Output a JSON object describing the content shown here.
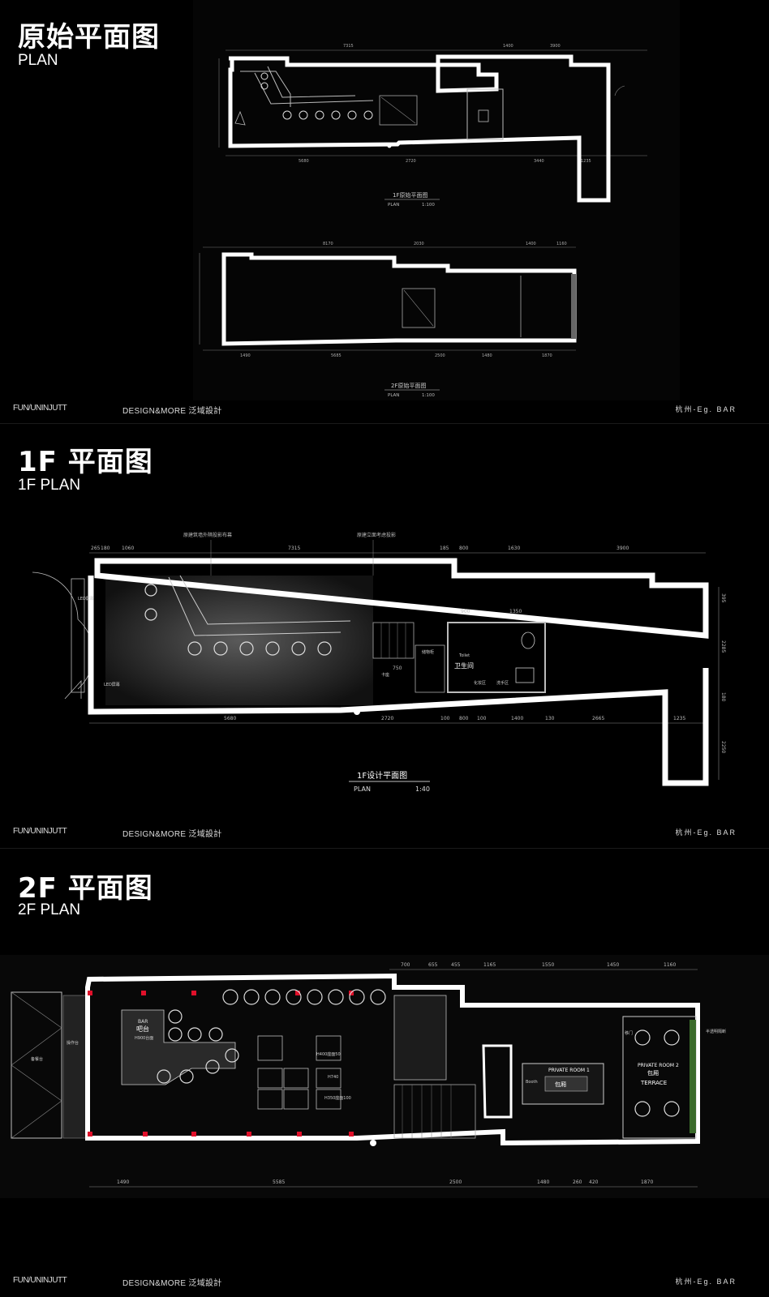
{
  "sections": [
    {
      "title_cn": "原始平面图",
      "title_en": "PLAN"
    },
    {
      "title_cn": "1F 平面图",
      "title_en": "1F PLAN"
    },
    {
      "title_cn": "2F 平面图",
      "title_en": "2F PLAN"
    }
  ],
  "footer": {
    "brand": "FUN/UNINJUTT",
    "design": "DESIGN&MORE 泛域設計",
    "city": "杭州-Eg. BAR"
  },
  "plan_original": {
    "label_1f": "1F原始平面图",
    "label_2f": "2F原始平面图",
    "plan_word": "PLAN",
    "scale": "1:100",
    "dims_top_1f": [
      "7315",
      "1400",
      "3900"
    ],
    "dims_bottom_1f": [
      "5680",
      "2720",
      "3440",
      "1235"
    ],
    "dims_top_2f": [
      "8170",
      "2030",
      "1400",
      "1160"
    ],
    "dims_bottom_2f": [
      "1490",
      "5685",
      "2500",
      "1480",
      "1870"
    ]
  },
  "plan_1f": {
    "label": "1F设计平面图",
    "plan_word": "PLAN",
    "scale": "1:40",
    "note_left": "原建筑墙外隔投影布幕",
    "note_right": "原建立面考虑投影",
    "led_top": "LED屏幕",
    "led_bottom": "LED屏幕",
    "toilet_en": "Toilet",
    "toilet_cn": "卫生间",
    "wash": "洗手区",
    "makeup": "化妆区",
    "storage": "储物柜",
    "seating": "卡座",
    "dims_top": [
      "265",
      "180",
      "1060",
      "7315",
      "185",
      "800",
      "1630",
      "3900"
    ],
    "dims_bottom": [
      "5680",
      "2720",
      "100",
      "800",
      "100",
      "1400",
      "130",
      "2665",
      "1235"
    ],
    "dims_inner": [
      "900",
      "1350"
    ],
    "dims_right": [
      "395",
      "2285",
      "180",
      "2250"
    ],
    "dim_750": "750"
  },
  "plan_2f": {
    "bar_en": "BAR",
    "bar_cn": "吧台",
    "bar_h": "H900台面",
    "booth": "Booth",
    "pr1_en": "PRIVATE ROOM 1",
    "pr1_cn": "包厢",
    "pr2_en": "PRIVATE ROOM 2",
    "pr2_cn": "包厢",
    "terrace": "TERRACE",
    "glass": "半透明隔断",
    "kitchen": "备餐台",
    "side": "操作台",
    "h400": "H400座面50",
    "h350": "H350座面100",
    "h740": "H740",
    "door": "移门",
    "dims_top": [
      "700",
      "655",
      "455",
      "1165",
      "1550",
      "1450",
      "1160"
    ],
    "dims_bottom": [
      "1490",
      "5585",
      "2500",
      "1480",
      "260",
      "420",
      "1870"
    ]
  },
  "colors": {
    "bg": "#000000",
    "wall": "#ffffff",
    "line": "#9a9a9a",
    "accent": "#e0102a"
  }
}
